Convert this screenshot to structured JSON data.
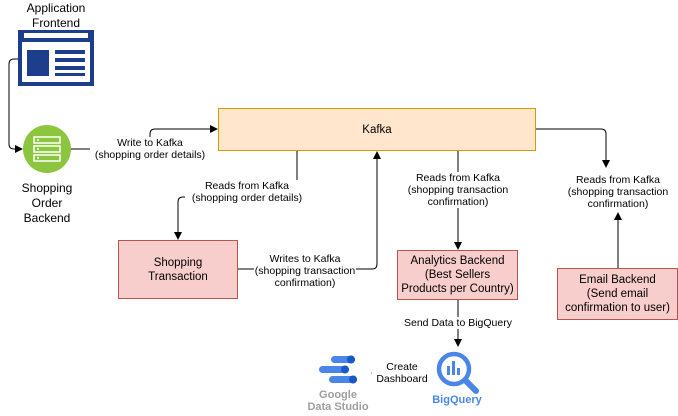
{
  "nodes": {
    "frontend": {
      "label": "Application\nFrontend",
      "icon": "browser-window-icon"
    },
    "order_backend": {
      "label": "Shopping\nOrder\nBackend",
      "icon": "server-icon"
    },
    "kafka": {
      "label": "Kafka"
    },
    "shopping_transaction": {
      "label": "Shopping\nTransaction"
    },
    "analytics_backend": {
      "label": "Analytics Backend\n(Best Sellers\nProducts per Country)"
    },
    "email_backend": {
      "label": "Email Backend\n(Send email\nconfirmation to user)"
    },
    "bigquery": {
      "label": "BigQuery",
      "icon": "bigquery-icon"
    },
    "data_studio": {
      "label_line1": "Google",
      "label_line2": "Data Studio",
      "icon": "data-studio-icon"
    }
  },
  "edges": {
    "write_to_kafka": "Write to Kafka\n(shopping order details)",
    "reads_order_details": "Reads from Kafka\n(shopping order details)",
    "writes_confirmation": "Writes to Kafka\n(shopping transaction\nconfirmation)",
    "analytics_reads": "Reads from Kafka\n(shopping transaction\nconfirmation)",
    "email_reads": "Reads from Kafka\n(shopping transaction\nconfirmation)",
    "send_to_bigquery": "Send Data to BigQuery",
    "create_dashboard": "Create\nDashboard"
  },
  "colors": {
    "frontend_blue": "#1d3e8c",
    "server_green": "#8cc63e",
    "pink_fill": "#f8cecc",
    "pink_border": "#b85450",
    "kafka_fill": "#ffe6cc",
    "kafka_border": "#d79b00",
    "bigquery_blue": "#4a86e8",
    "logo_gray": "#9e9e9e"
  }
}
